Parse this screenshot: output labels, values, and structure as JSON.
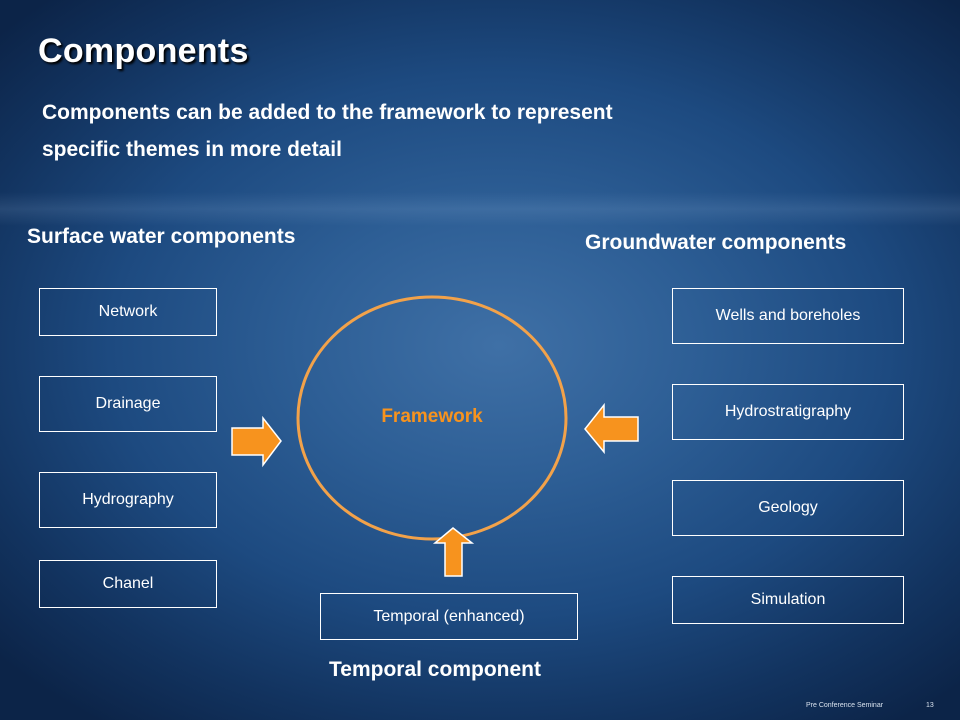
{
  "slide": {
    "title": "Components",
    "subtitle": [
      "Components can be added to the framework to represent",
      "specific themes in more detail"
    ],
    "footer_text": "Pre Conference Seminar",
    "page_number": "13"
  },
  "surface_water": {
    "heading": "Surface water components",
    "items": [
      "Network",
      "Drainage",
      "Hydrography",
      "Chanel"
    ]
  },
  "groundwater": {
    "heading": "Groundwater components",
    "items": [
      "Wells and boreholes",
      "Hydrostratigraphy",
      "Geology",
      "Simulation"
    ]
  },
  "framework": {
    "label": "Framework"
  },
  "temporal": {
    "heading": "Temporal component",
    "item": "Temporal (enhanced)"
  },
  "colors": {
    "accent": "#f7931e",
    "ellipse": "#f2a24a",
    "text": "#ffffff",
    "background": "#2d5e95"
  }
}
